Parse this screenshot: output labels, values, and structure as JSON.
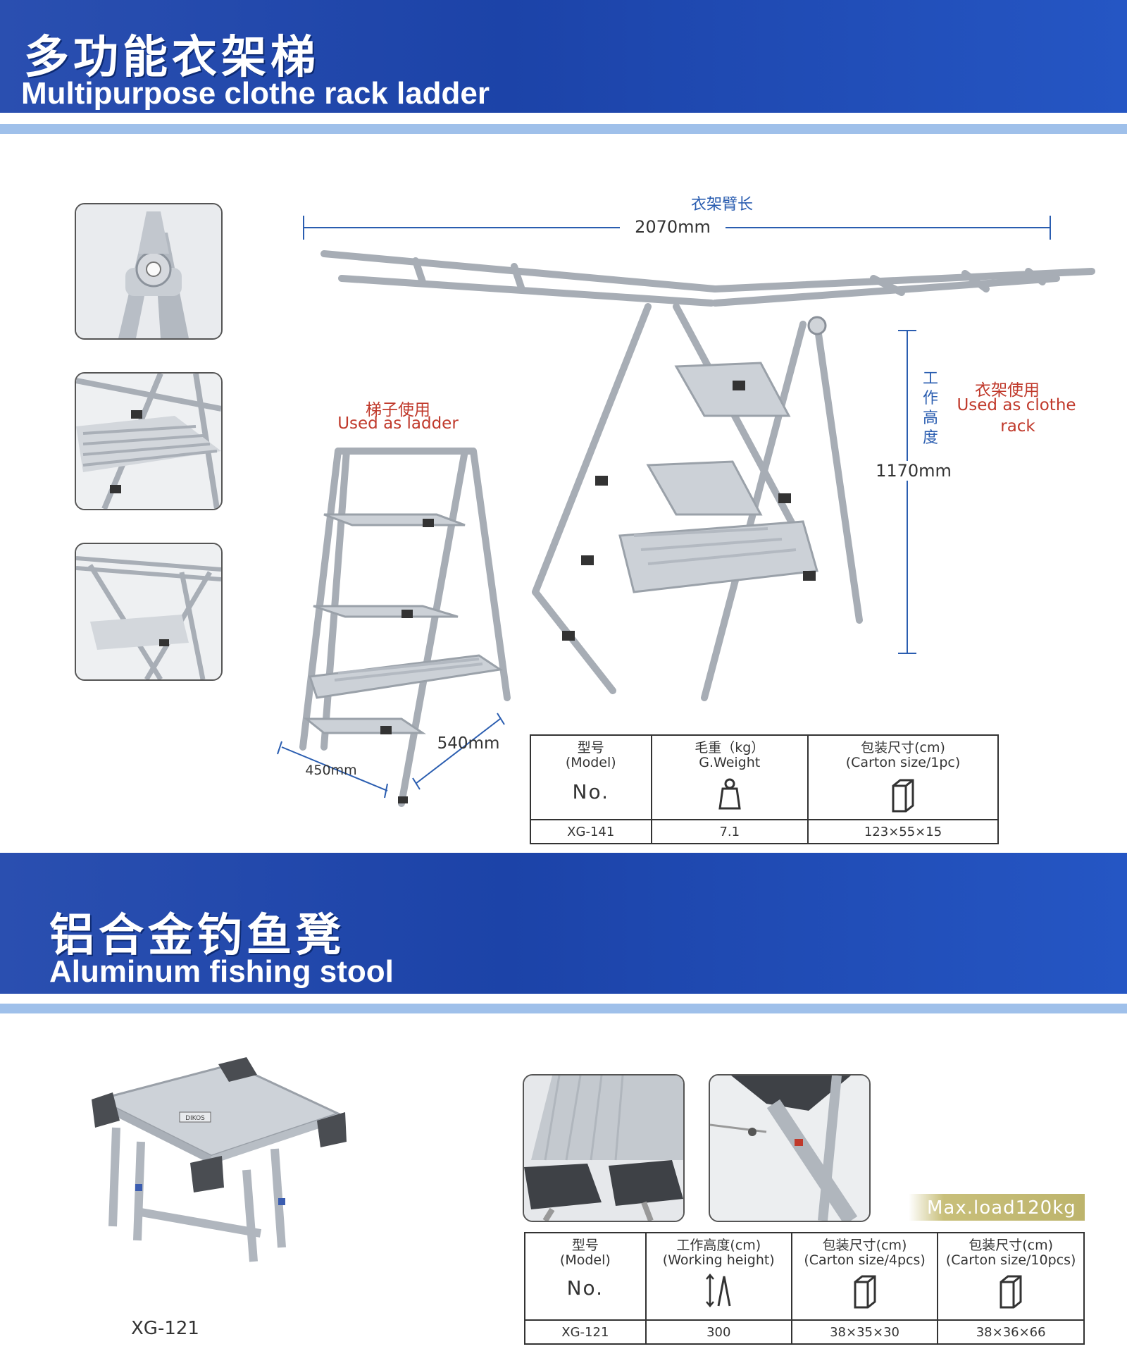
{
  "section1": {
    "title_zh": "多功能衣架梯",
    "title_en": "Multipurpose clothe rack ladder"
  },
  "rack": {
    "arm_length_zh": "衣架臂长",
    "arm_length": "2070mm",
    "work_height_zh": "工作高度",
    "height": "1170mm",
    "rack_use_zh": "衣架使用",
    "rack_use_en_1": "Used as clothe",
    "rack_use_en_2": "rack"
  },
  "ladder": {
    "use_zh": "梯子使用",
    "use_en": "Used as ladder",
    "depth": "540mm",
    "width": "450mm"
  },
  "table1": {
    "col1_zh": "型号",
    "col1_en": "(Model)",
    "col1_no": "No.",
    "col2_zh": "毛重（kg）",
    "col2_en": "G.Weight",
    "col3_zh": "包装尺寸(cm)",
    "col3_en": "(Carton size/1pc)",
    "model": "XG-141",
    "weight": "7.1",
    "carton": "123×55×15"
  },
  "section2": {
    "title_zh": "铝合金钓鱼凳",
    "title_en": "Aluminum fishing stool"
  },
  "stool": {
    "model_label": "XG-121",
    "brand_plate": "DIKOS",
    "max_load": "Max.load120kg"
  },
  "table2": {
    "col1_zh": "型号",
    "col1_en": "(Model)",
    "col1_no": "No.",
    "col2_zh": "工作高度(cm)",
    "col2_en": "(Working height)",
    "col3_zh": "包装尺寸(cm)",
    "col3_en": "(Carton size/4pcs)",
    "col4_zh": "包装尺寸(cm)",
    "col4_en": "(Carton size/10pcs)",
    "model": "XG-121",
    "height": "300",
    "carton4": "38×35×30",
    "carton10": "38×36×66"
  },
  "icons": {
    "weight": "weight-icon",
    "box": "box-icon",
    "height": "height-icon"
  }
}
